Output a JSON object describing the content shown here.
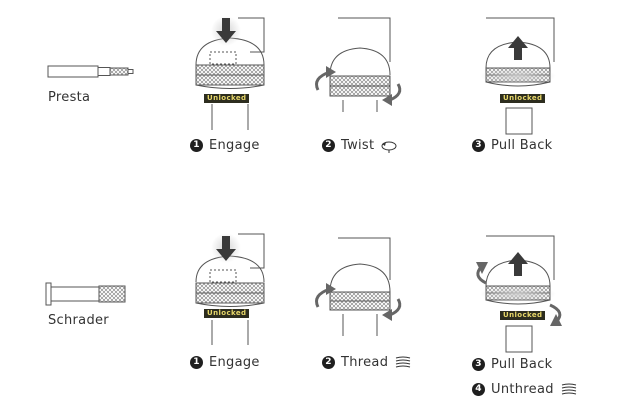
{
  "valves": {
    "presta": "Presta",
    "schrader": "Schrader"
  },
  "badge_text": "Unlocked",
  "presta_steps": [
    {
      "num": "1",
      "label": "Engage"
    },
    {
      "num": "2",
      "label": "Twist",
      "icon": "twist-arrow-icon"
    },
    {
      "num": "3",
      "label": "Pull Back"
    }
  ],
  "schrader_steps": [
    {
      "num": "1",
      "label": "Engage"
    },
    {
      "num": "2",
      "label": "Thread",
      "icon": "thread-spiral-icon"
    },
    {
      "num": "3",
      "label": "Pull Back"
    },
    {
      "num": "4",
      "label": "Unthread",
      "icon": "thread-spiral-icon"
    }
  ],
  "colors": {
    "line": "#555555",
    "arrow": "#3a3a3a",
    "badge_bg": "#2d2d1f",
    "badge_text": "#e8d86a"
  }
}
